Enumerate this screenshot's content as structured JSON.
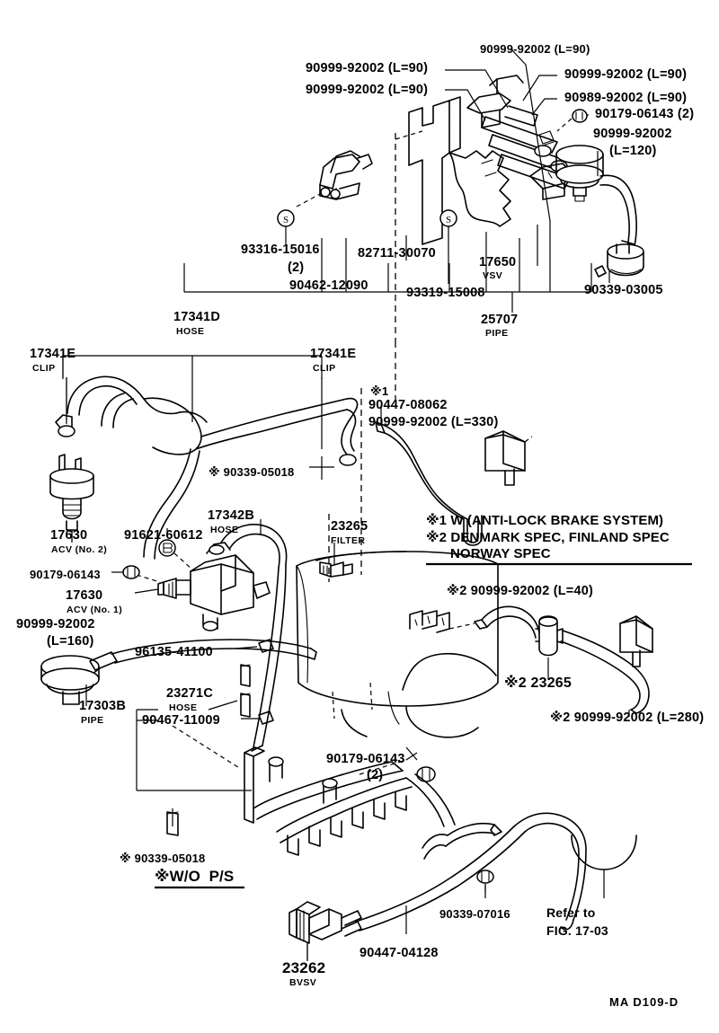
{
  "diagram": {
    "code": "MA D109-D",
    "refer_to_line1": "Refer to",
    "refer_to_line2": "FIG. 17-03",
    "wo_ps_note": "※W/O  P/S"
  },
  "spec_notes": {
    "line1": "※1 W (ANTI-LOCK BRAKE SYSTEM)",
    "line2": "※2 DENMARK SPEC, FINLAND SPEC",
    "line3": "NORWAY SPEC"
  },
  "labels": {
    "top_left_1": "90999-92002 (L=90)",
    "top_left_2": "90999-92002 (L=90)",
    "top_center": "90999-92002 (L=90)",
    "top_right_1": "90999-92002 (L=90)",
    "top_right_2": "90989-92002 (L=90)",
    "top_right_3": "90179-06143 (2)",
    "top_right_4a": "90999-92002",
    "top_right_4b": "(L=120)",
    "clamp_93316": "93316-15016",
    "clamp_93316_qty": "(2)",
    "bolt_90462": "90462-12090",
    "gasket_82711": "82711-30070",
    "clamp_93319": "93319-15008",
    "vsv_num": "17650",
    "vsv_sub": "VSV",
    "pipe_25707": "25707",
    "pipe_25707_sub": "PIPE",
    "clip_90339_03005": "90339-03005",
    "hose_17341d": "17341D",
    "hose_17341d_sub": "HOSE",
    "clip_17341e_left": "17341E",
    "clip_17341e_left_sub": "CLIP",
    "clip_17341e_right": "17341E",
    "clip_17341e_right_sub": "CLIP",
    "clip_90339_05018_top": "※ 90339-05018",
    "acv2_num": "17630",
    "acv2_sub": "ACV (No. 2)",
    "bolt_91621": "91621-60612",
    "hose_17342b": "17342B",
    "hose_17342b_sub": "HOSE",
    "filter_23265": "23265",
    "filter_23265_sub": "FILTER",
    "mark1": "※1",
    "union_90447_08062": "90447-08062",
    "hose_90999_92002_330": "90999-92002 (L=330)",
    "nut_90179_06143_left": "90179-06143",
    "acv1_num": "17630",
    "acv1_sub": "ACV (No. 1)",
    "hose_90999_92002_160a": "90999-92002",
    "hose_90999_92002_160b": "(L=160)",
    "pipe_17303b": "17303B",
    "pipe_17303b_sub": "PIPE",
    "clamp_96135": "96135-41100",
    "hose_23271c": "23271C",
    "hose_23271c_sub": "HOSE",
    "clamp_90467": "90467-11009",
    "clip_90339_05018_bottom": "※ 90339-05018",
    "bolt_90179_06143_mid": "90179-06143",
    "bolt_90179_06143_mid_qty": "(2)",
    "hose_sp2_40": "※2 90999-92002 (L=40)",
    "filter_sp2_23265": "※2 23265",
    "hose_sp2_280": "※2 90999-92002 (L=280)",
    "clip_90339_07016": "90339-07016",
    "union_90447_04128": "90447-04128",
    "bvsv_num": "23262",
    "bvsv_sub": "BVSV"
  }
}
